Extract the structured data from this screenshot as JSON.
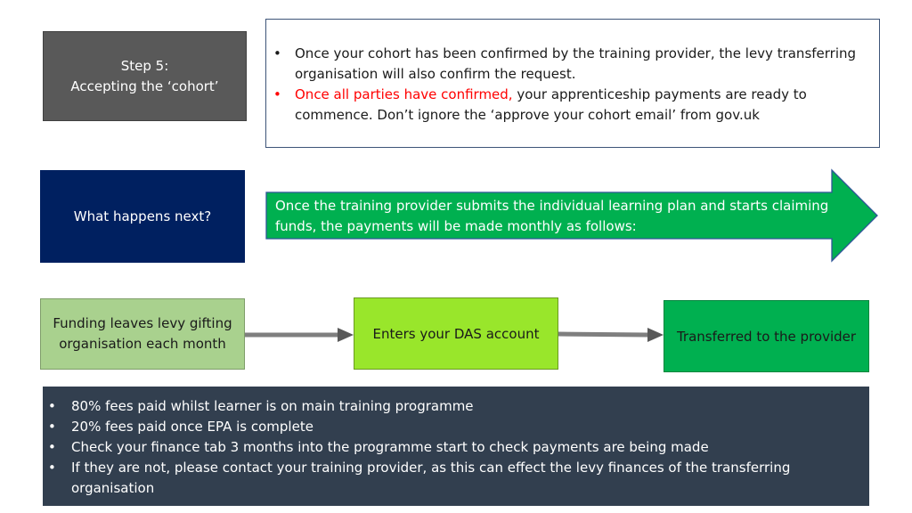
{
  "step": {
    "line1": "Step 5:",
    "line2": "Accepting the ‘cohort’"
  },
  "info": {
    "bullet1": "Once your cohort has been confirmed by the training provider, the levy transferring organisation will also confirm the request.",
    "bullet2_red": "Once all parties have confirmed,",
    "bullet2_rest": " your apprenticeship payments are ready to commence.  Don’t ignore the ‘approve your cohort email’ from gov.uk"
  },
  "next": {
    "label": "What happens next?"
  },
  "arrow": {
    "text": "Once the training provider submits the individual learning plan and starts claiming funds, the payments will be made monthly as follows:"
  },
  "flow": {
    "funding": "Funding leaves levy gifting organisation each month",
    "das": "Enters your DAS account",
    "provider": "Transferred to the provider"
  },
  "bottom": {
    "items": [
      "80% fees paid whilst learner is on main training programme",
      "20% fees paid once EPA is complete",
      "Check your finance tab 3 months into the programme start to check payments are being made",
      "If they are not, please contact your training provider, as this can effect the levy finances of the transferring organisation"
    ]
  },
  "colors": {
    "step_bg": "#595959",
    "next_bg": "#002060",
    "arrow_fill": "#00b050",
    "funding_bg": "#a9d18e",
    "das_bg": "#99e62b",
    "provider_bg": "#00b050",
    "bottom_bg": "#323f4f",
    "highlight_red": "#ff0000"
  }
}
